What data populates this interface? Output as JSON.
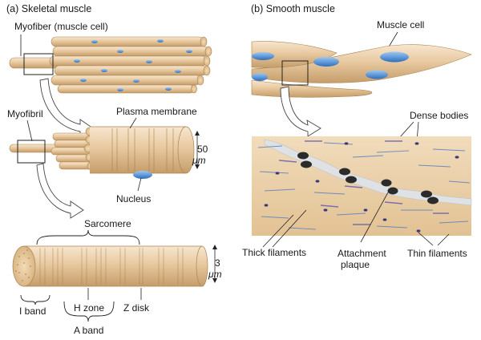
{
  "panel_a": {
    "heading": "(a)  Skeletal muscle",
    "labels": {
      "myofiber": "Myofiber (muscle cell)",
      "myofibril": "Myofibril",
      "plasma_membrane": "Plasma membrane",
      "nucleus": "Nucleus",
      "size_50": "50",
      "size_3": "3",
      "unit": "μm",
      "sarcomere": "Sarcomere",
      "i_band": "I band",
      "h_zone": "H zone",
      "z_disk": "Z disk",
      "a_band": "A band"
    }
  },
  "panel_b": {
    "heading": "(b)  Smooth muscle",
    "labels": {
      "muscle_cell": "Muscle cell",
      "dense_bodies": "Dense bodies",
      "thick_filaments": "Thick filaments",
      "attachment_plaque_1": "Attachment",
      "attachment_plaque_2": "plaque",
      "thin_filaments": "Thin filaments"
    }
  },
  "colors": {
    "tan": "#e8c9a0",
    "tan_dark": "#b9935f",
    "nucleus_blue": "#4a8fd8",
    "dense_body": "#2b2b2b",
    "thick_filament": "#6a5fb0",
    "thin_filament": "#5a7fc0",
    "membrane_gray": "#cfd3d6"
  }
}
